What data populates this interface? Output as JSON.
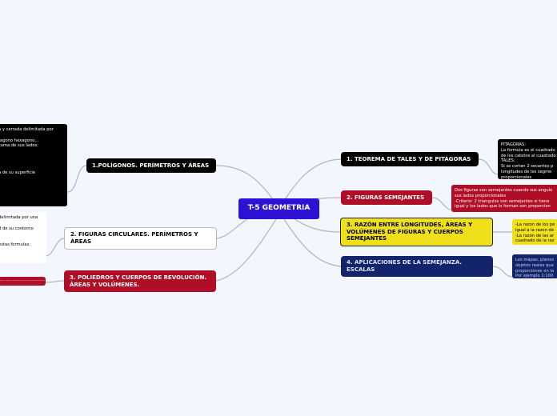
{
  "center": {
    "title": "T-5 GEOMETRIA"
  },
  "right": [
    {
      "title": "1. TEOREMA DE TALES Y DE PITÁGORAS",
      "note": "PITAGORAS:\nLa formula es el cuadrado\nde los catetos al cuadrado\nTALES:\nSi se cortan 2 secantes p\nlongitudes de los segme\nproporcionales"
    },
    {
      "title": "2. FIGURAS SEMEJANTES",
      "note": "Dos figuras son semejantes cuando sus angulo\nsus lados proporcionales\n-Criterio: 2 triangulos son semejantes si tiene\nigual y los lados que lo forman son proporcion"
    },
    {
      "title": "3. RAZÓN ENTRE LONGITUDES, ÁREAS Y VOLÚMENES DE FIGURAS Y CUERPOS SEMEJANTES",
      "note": "-La razon de los pe\nigual  a la razon de\n-La razon de las ar\ncuadrado de la raz"
    },
    {
      "title": "4. APLICACIONES DE LA SEMEJANZA. ESCALAS",
      "note": "Los mapas, planos\nobjetos reales que\nproporciones en la\nPor ejemplo 1:100"
    }
  ],
  "left": [
    {
      "title": "1.POLÍGONOS. PERÍMETROS Y ÁREAS",
      "note": "a y cerrada delimitada por\n\ntagono hexagono...\nsuma de sus lados:\n\n\n\n\na de su superficie"
    },
    {
      "title": "2. FIGURAS CIRCULARES. PERÍMETROS Y ÁREAS",
      "note": "delimitada por una\n\nd de su contorno\n\n\n estas formulas:"
    },
    {
      "title": "3. POLIEDROS Y CUERPOS DE REVOLUCIÓN. ÁREAS Y VOLÚMENES.",
      "note": "......................................"
    }
  ],
  "colors": {
    "background": "#f3f6fd",
    "center": "#2d12d4",
    "dark": "#000000",
    "red": "#b00d26",
    "yellow": "#f0e01c",
    "navy": "#13246b",
    "white": "#ffffff",
    "link": "#b0b4c4"
  }
}
